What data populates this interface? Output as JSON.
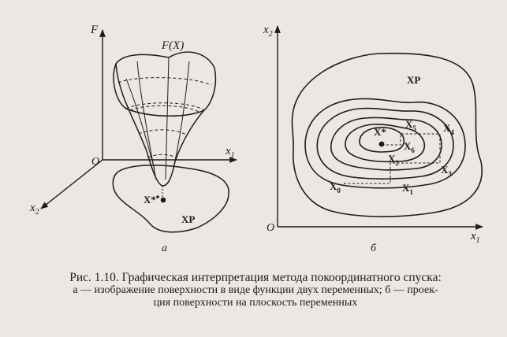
{
  "panel_a": {
    "axis_F": "F",
    "axis_x1": "x",
    "axis_x1_sub": "1",
    "axis_x2": "x",
    "axis_x2_sub": "2",
    "origin": "O",
    "surface_label": "F(X)",
    "optimum_label": "X*",
    "region_label": "XP",
    "sub_label": "а"
  },
  "panel_b": {
    "axis_x2": "x",
    "axis_x2_sub": "2",
    "axis_x1": "x",
    "axis_x1_sub": "1",
    "origin": "O",
    "region_label": "XP",
    "optimum_label": "X*",
    "points": [
      {
        "base": "X",
        "sub": "0"
      },
      {
        "base": "X",
        "sub": "1"
      },
      {
        "base": "X",
        "sub": "2"
      },
      {
        "base": "X",
        "sub": "3"
      },
      {
        "base": "X",
        "sub": "4"
      },
      {
        "base": "X",
        "sub": "5"
      },
      {
        "base": "X",
        "sub": "6"
      }
    ],
    "sub_label": "б"
  },
  "caption": {
    "title": "Рис. 1.10. Графическая интерпретация метода покоординатного спуска:",
    "line2": "а — изображение поверхности в виде функции двух переменных; б — проек-",
    "line3": "ция поверхности на плоскость переменных"
  }
}
